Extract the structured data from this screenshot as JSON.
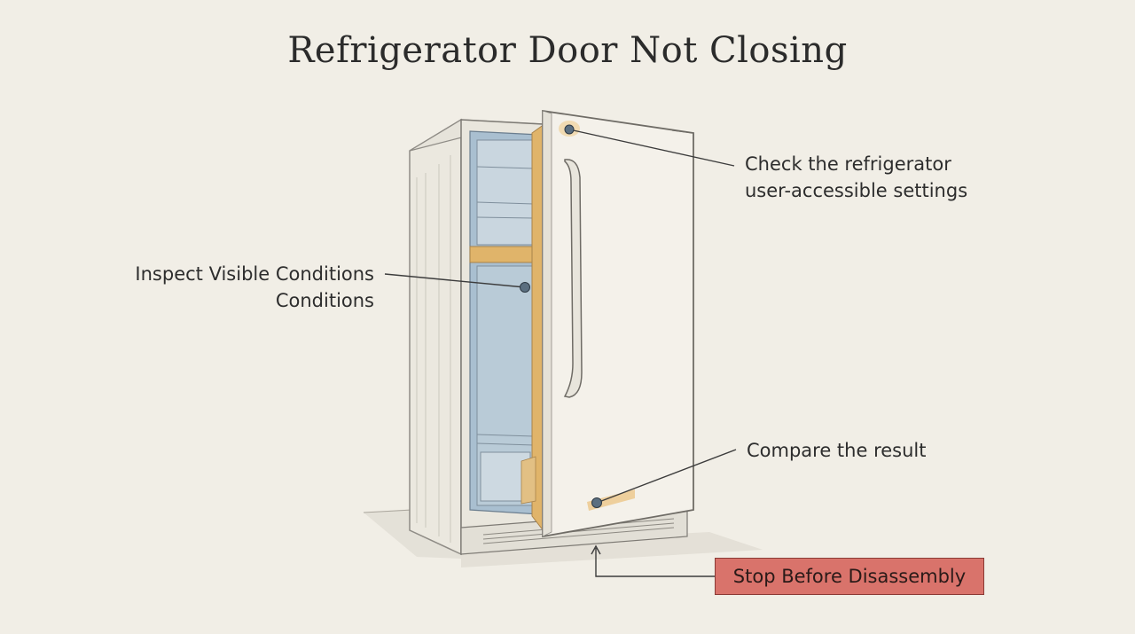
{
  "title": "Refrigerator Door Not Closing",
  "callouts": {
    "settings": {
      "line1": "Check the refrigerator",
      "line2": "user-accessible settings"
    },
    "inspect": {
      "line1": "Inspect Visible Conditions",
      "line2": "Conditions"
    },
    "compare": {
      "line1": "Compare the result"
    },
    "stop": {
      "label": "Stop Before Disassembly"
    }
  },
  "colors": {
    "background": "#f1eee6",
    "stop_fill": "#d9736b",
    "gasket_highlight": "#e0b46a",
    "interior_blue": "#a9bfd0",
    "marker": "#5b6f80"
  }
}
